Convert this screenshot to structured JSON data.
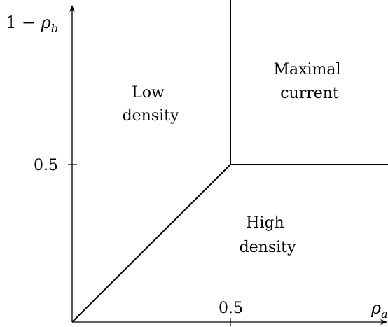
{
  "diagram": {
    "y_axis_label": "1 − ρ_b",
    "x_axis_label": "ρ_a",
    "x_tick": "0.5",
    "y_tick": "0.5",
    "regions": {
      "low_density": {
        "line1": "Low",
        "line2": "density"
      },
      "maximal_current": {
        "line1": "Maximal",
        "line2": "current"
      },
      "high_density": {
        "line1": "High",
        "line2": "density"
      }
    },
    "colors": {
      "stroke": "#000000",
      "background": "#ffffff"
    }
  }
}
